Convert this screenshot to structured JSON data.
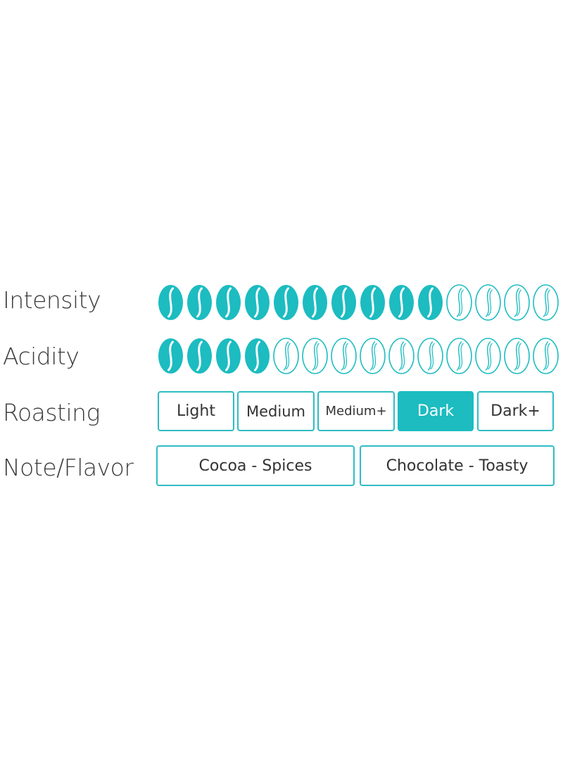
{
  "colors": {
    "accent": "#1cbcc0",
    "border": "#2fbcc3",
    "label_text": "#3a3a3a",
    "background": "#ffffff"
  },
  "intensity": {
    "label": "Intensity",
    "filled": 10,
    "total": 14,
    "icon": "coffee-bean-icon"
  },
  "acidity": {
    "label": "Acidity",
    "filled": 4,
    "total": 14,
    "icon": "coffee-bean-icon"
  },
  "roasting": {
    "label": "Roasting",
    "options": [
      "Light",
      "Medium",
      "Medium+",
      "Dark",
      "Dark+"
    ],
    "selected": "Dark"
  },
  "notes": {
    "label": "Note/Flavor",
    "items": [
      "Cocoa - Spices",
      "Chocolate - Toasty"
    ]
  }
}
